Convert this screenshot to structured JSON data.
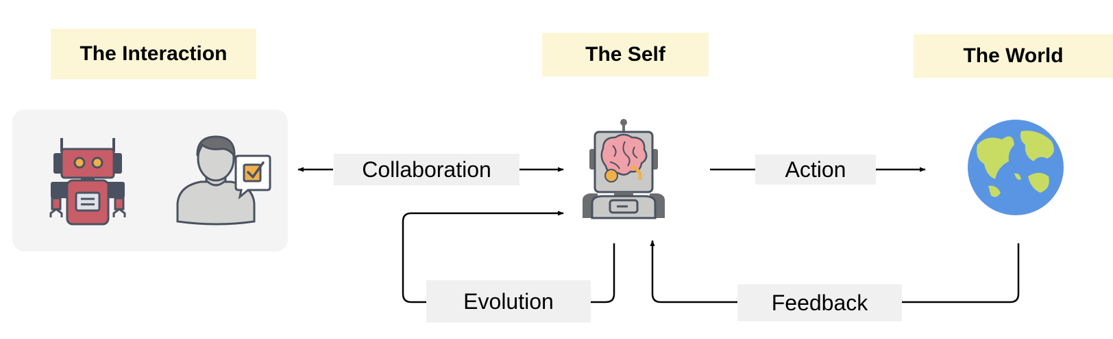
{
  "titles": {
    "interaction": "The Interaction",
    "self": "The Self",
    "world": "The World"
  },
  "edges": {
    "collaboration": "Collaboration",
    "action": "Action",
    "evolution": "Evolution",
    "feedback": "Feedback"
  },
  "icons": {
    "assistant_robot": "robot-icon",
    "human": "person-icon",
    "task_bubble": "checkbox-speech-bubble-icon",
    "self_agent": "robot-brain-icon",
    "world": "globe-icon"
  },
  "colors": {
    "title_background": "#fdf6d6",
    "label_background": "#f0f0f0",
    "panel_background": "#f4f4f4",
    "robot_red": "#c85d68",
    "robot_gray": "#4a5261",
    "brain_pink": "#f0a0a8",
    "brain_orange": "#efb04a",
    "globe_blue": "#5a95e4",
    "globe_land": "#c8dc64"
  }
}
